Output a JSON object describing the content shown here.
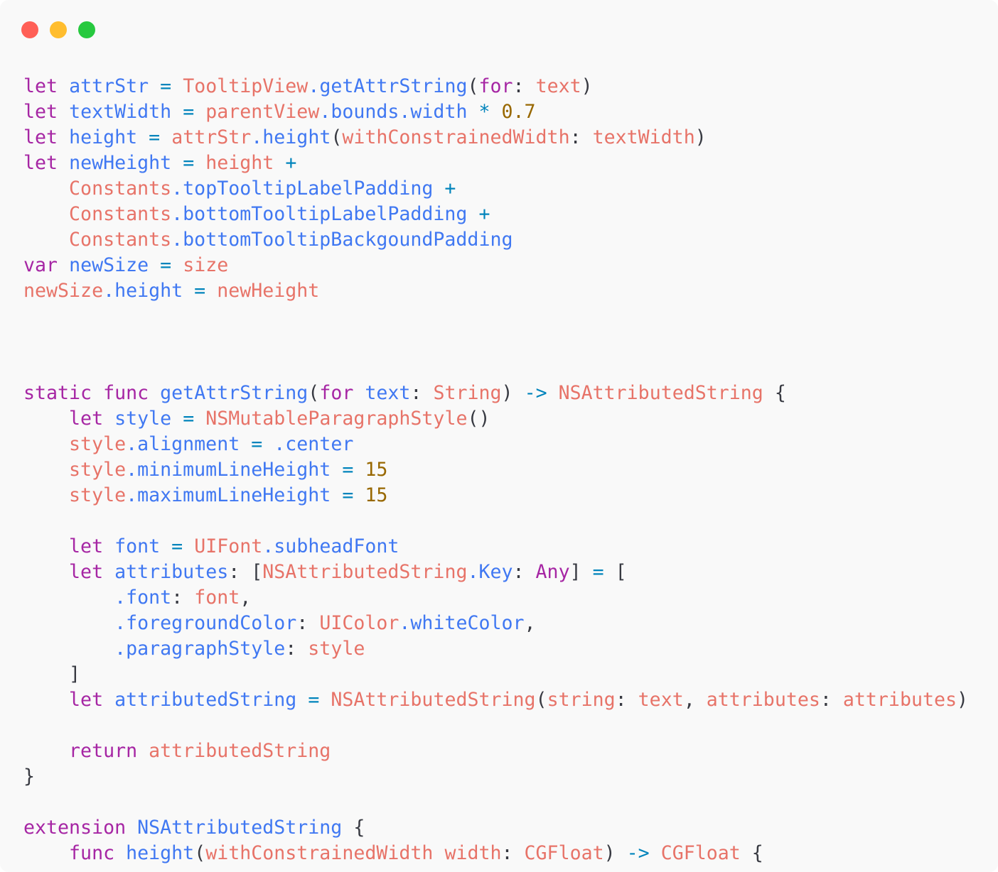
{
  "window": {
    "traffic_lights": [
      {
        "name": "close",
        "color": "#ff5f56"
      },
      {
        "name": "minimize",
        "color": "#ffbd2e"
      },
      {
        "name": "zoom",
        "color": "#27c93f"
      }
    ]
  },
  "colors": {
    "keyword": "#a626a4",
    "identifier": "#4078f2",
    "reference": "#e45649",
    "number": "#986801",
    "operator": "#0184bc",
    "text": "#383a42"
  },
  "code_lines": [
    [
      [
        "kw",
        "let"
      ],
      [
        "ws",
        " "
      ],
      [
        "decl",
        "attrStr"
      ],
      [
        "ws",
        " "
      ],
      [
        "op",
        "="
      ],
      [
        "ws",
        " "
      ],
      [
        "ref",
        "TooltipView"
      ],
      [
        "prop",
        ".getAttrString"
      ],
      [
        "text",
        "("
      ],
      [
        "kw",
        "for"
      ],
      [
        "text",
        ":"
      ],
      [
        "ws",
        " "
      ],
      [
        "ref",
        "text"
      ],
      [
        "text",
        ")"
      ]
    ],
    [
      [
        "kw",
        "let"
      ],
      [
        "ws",
        " "
      ],
      [
        "decl",
        "textWidth"
      ],
      [
        "ws",
        " "
      ],
      [
        "op",
        "="
      ],
      [
        "ws",
        " "
      ],
      [
        "ref",
        "parentView"
      ],
      [
        "prop",
        ".bounds.width"
      ],
      [
        "ws",
        " "
      ],
      [
        "op",
        "*"
      ],
      [
        "ws",
        " "
      ],
      [
        "num",
        "0.7"
      ]
    ],
    [
      [
        "kw",
        "let"
      ],
      [
        "ws",
        " "
      ],
      [
        "decl",
        "height"
      ],
      [
        "ws",
        " "
      ],
      [
        "op",
        "="
      ],
      [
        "ws",
        " "
      ],
      [
        "ref",
        "attrStr"
      ],
      [
        "prop",
        ".height"
      ],
      [
        "text",
        "("
      ],
      [
        "ref",
        "withConstrainedWidth"
      ],
      [
        "text",
        ":"
      ],
      [
        "ws",
        " "
      ],
      [
        "ref",
        "textWidth"
      ],
      [
        "text",
        ")"
      ]
    ],
    [
      [
        "kw",
        "let"
      ],
      [
        "ws",
        " "
      ],
      [
        "decl",
        "newHeight"
      ],
      [
        "ws",
        " "
      ],
      [
        "op",
        "="
      ],
      [
        "ws",
        " "
      ],
      [
        "ref",
        "height"
      ],
      [
        "ws",
        " "
      ],
      [
        "op",
        "+"
      ]
    ],
    [
      [
        "ws",
        "    "
      ],
      [
        "ref",
        "Constants"
      ],
      [
        "prop",
        ".topTooltipLabelPadding"
      ],
      [
        "ws",
        " "
      ],
      [
        "op",
        "+"
      ]
    ],
    [
      [
        "ws",
        "    "
      ],
      [
        "ref",
        "Constants"
      ],
      [
        "prop",
        ".bottomTooltipLabelPadding"
      ],
      [
        "ws",
        " "
      ],
      [
        "op",
        "+"
      ]
    ],
    [
      [
        "ws",
        "    "
      ],
      [
        "ref",
        "Constants"
      ],
      [
        "prop",
        ".bottomTooltipBackgoundPadding"
      ]
    ],
    [
      [
        "kw",
        "var"
      ],
      [
        "ws",
        " "
      ],
      [
        "decl",
        "newSize"
      ],
      [
        "ws",
        " "
      ],
      [
        "op",
        "="
      ],
      [
        "ws",
        " "
      ],
      [
        "ref",
        "size"
      ]
    ],
    [
      [
        "ref",
        "newSize"
      ],
      [
        "prop",
        ".height"
      ],
      [
        "ws",
        " "
      ],
      [
        "op",
        "="
      ],
      [
        "ws",
        " "
      ],
      [
        "ref",
        "newHeight"
      ]
    ],
    [],
    [],
    [],
    [
      [
        "kw",
        "static"
      ],
      [
        "ws",
        " "
      ],
      [
        "kw",
        "func"
      ],
      [
        "ws",
        " "
      ],
      [
        "decl",
        "getAttrString"
      ],
      [
        "text",
        "("
      ],
      [
        "kw",
        "for"
      ],
      [
        "ws",
        " "
      ],
      [
        "decl",
        "text"
      ],
      [
        "text",
        ":"
      ],
      [
        "ws",
        " "
      ],
      [
        "ref",
        "String"
      ],
      [
        "text",
        ")"
      ],
      [
        "ws",
        " "
      ],
      [
        "op",
        "->"
      ],
      [
        "ws",
        " "
      ],
      [
        "ref",
        "NSAttributedString"
      ],
      [
        "ws",
        " "
      ],
      [
        "text",
        "{"
      ]
    ],
    [
      [
        "ws",
        "    "
      ],
      [
        "kw",
        "let"
      ],
      [
        "ws",
        " "
      ],
      [
        "decl",
        "style"
      ],
      [
        "ws",
        " "
      ],
      [
        "op",
        "="
      ],
      [
        "ws",
        " "
      ],
      [
        "ref",
        "NSMutableParagraphStyle"
      ],
      [
        "text",
        "()"
      ]
    ],
    [
      [
        "ws",
        "    "
      ],
      [
        "ref",
        "style"
      ],
      [
        "prop",
        ".alignment"
      ],
      [
        "ws",
        " "
      ],
      [
        "op",
        "="
      ],
      [
        "ws",
        " "
      ],
      [
        "prop",
        ".center"
      ]
    ],
    [
      [
        "ws",
        "    "
      ],
      [
        "ref",
        "style"
      ],
      [
        "prop",
        ".minimumLineHeight"
      ],
      [
        "ws",
        " "
      ],
      [
        "op",
        "="
      ],
      [
        "ws",
        " "
      ],
      [
        "num",
        "15"
      ]
    ],
    [
      [
        "ws",
        "    "
      ],
      [
        "ref",
        "style"
      ],
      [
        "prop",
        ".maximumLineHeight"
      ],
      [
        "ws",
        " "
      ],
      [
        "op",
        "="
      ],
      [
        "ws",
        " "
      ],
      [
        "num",
        "15"
      ]
    ],
    [],
    [
      [
        "ws",
        "    "
      ],
      [
        "kw",
        "let"
      ],
      [
        "ws",
        " "
      ],
      [
        "decl",
        "font"
      ],
      [
        "ws",
        " "
      ],
      [
        "op",
        "="
      ],
      [
        "ws",
        " "
      ],
      [
        "ref",
        "UIFont"
      ],
      [
        "prop",
        ".subheadFont"
      ]
    ],
    [
      [
        "ws",
        "    "
      ],
      [
        "kw",
        "let"
      ],
      [
        "ws",
        " "
      ],
      [
        "decl",
        "attributes"
      ],
      [
        "text",
        ":"
      ],
      [
        "ws",
        " "
      ],
      [
        "text",
        "["
      ],
      [
        "ref",
        "NSAttributedString"
      ],
      [
        "prop",
        ".Key"
      ],
      [
        "text",
        ":"
      ],
      [
        "ws",
        " "
      ],
      [
        "kw",
        "Any"
      ],
      [
        "text",
        "]"
      ],
      [
        "ws",
        " "
      ],
      [
        "op",
        "="
      ],
      [
        "ws",
        " "
      ],
      [
        "text",
        "["
      ]
    ],
    [
      [
        "ws",
        "        "
      ],
      [
        "prop",
        ".font"
      ],
      [
        "text",
        ":"
      ],
      [
        "ws",
        " "
      ],
      [
        "ref",
        "font"
      ],
      [
        "text",
        ","
      ]
    ],
    [
      [
        "ws",
        "        "
      ],
      [
        "prop",
        ".foregroundColor"
      ],
      [
        "text",
        ":"
      ],
      [
        "ws",
        " "
      ],
      [
        "ref",
        "UIColor"
      ],
      [
        "prop",
        ".whiteColor"
      ],
      [
        "text",
        ","
      ]
    ],
    [
      [
        "ws",
        "        "
      ],
      [
        "prop",
        ".paragraphStyle"
      ],
      [
        "text",
        ":"
      ],
      [
        "ws",
        " "
      ],
      [
        "ref",
        "style"
      ]
    ],
    [
      [
        "ws",
        "    "
      ],
      [
        "text",
        "]"
      ]
    ],
    [
      [
        "ws",
        "    "
      ],
      [
        "kw",
        "let"
      ],
      [
        "ws",
        " "
      ],
      [
        "decl",
        "attributedString"
      ],
      [
        "ws",
        " "
      ],
      [
        "op",
        "="
      ],
      [
        "ws",
        " "
      ],
      [
        "ref",
        "NSAttributedString"
      ],
      [
        "text",
        "("
      ],
      [
        "ref",
        "string"
      ],
      [
        "text",
        ":"
      ],
      [
        "ws",
        " "
      ],
      [
        "ref",
        "text"
      ],
      [
        "text",
        ","
      ],
      [
        "ws",
        " "
      ],
      [
        "ref",
        "attributes"
      ],
      [
        "text",
        ":"
      ],
      [
        "ws",
        " "
      ],
      [
        "ref",
        "attributes"
      ],
      [
        "text",
        ")"
      ]
    ],
    [],
    [
      [
        "ws",
        "    "
      ],
      [
        "kw",
        "return"
      ],
      [
        "ws",
        " "
      ],
      [
        "ref",
        "attributedString"
      ]
    ],
    [
      [
        "text",
        "}"
      ]
    ],
    [],
    [
      [
        "kw",
        "extension"
      ],
      [
        "ws",
        " "
      ],
      [
        "decl",
        "NSAttributedString"
      ],
      [
        "ws",
        " "
      ],
      [
        "text",
        "{"
      ]
    ],
    [
      [
        "ws",
        "    "
      ],
      [
        "kw",
        "func"
      ],
      [
        "ws",
        " "
      ],
      [
        "decl",
        "height"
      ],
      [
        "text",
        "("
      ],
      [
        "ref",
        "withConstrainedWidth"
      ],
      [
        "ws",
        " "
      ],
      [
        "ref",
        "width"
      ],
      [
        "text",
        ":"
      ],
      [
        "ws",
        " "
      ],
      [
        "ref",
        "CGFloat"
      ],
      [
        "text",
        ")"
      ],
      [
        "ws",
        " "
      ],
      [
        "op",
        "->"
      ],
      [
        "ws",
        " "
      ],
      [
        "ref",
        "CGFloat"
      ],
      [
        "ws",
        " "
      ],
      [
        "text",
        "{"
      ]
    ]
  ]
}
